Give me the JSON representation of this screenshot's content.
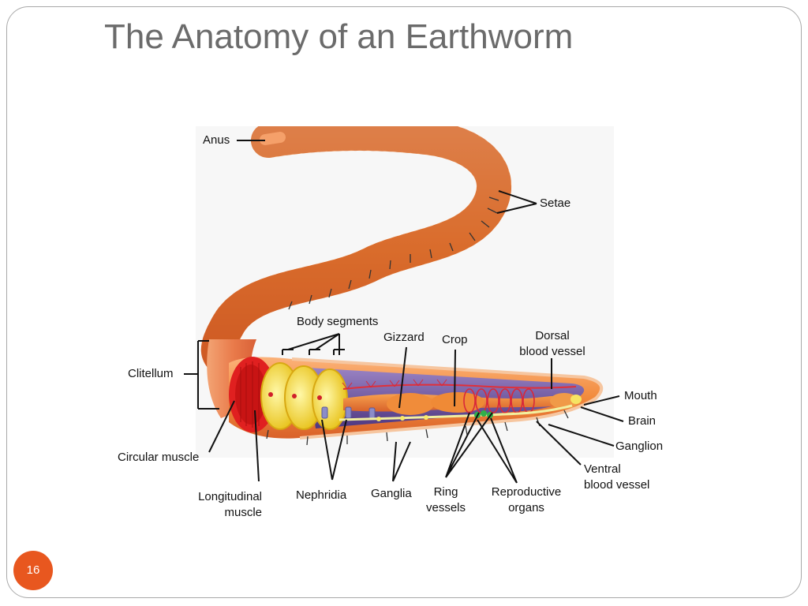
{
  "slide": {
    "title": "The Anatomy of an Earthworm",
    "page_number": "16",
    "labels": {
      "anus": "Anus",
      "setae": "Setae",
      "body_segments": "Body segments",
      "gizzard": "Gizzard",
      "crop": "Crop",
      "dorsal_line1": "Dorsal",
      "dorsal_line2": "blood vessel",
      "clitellum": "Clitellum",
      "mouth": "Mouth",
      "brain": "Brain",
      "ganglion": "Ganglion",
      "circular_muscle": "Circular muscle",
      "ventral_line1": "Ventral",
      "ventral_line2": "blood vessel",
      "longitudinal_line1": "Longitudinal",
      "longitudinal_line2": "muscle",
      "nephridia": "Nephridia",
      "ganglia": "Ganglia",
      "ring_vessels_line1": "Ring",
      "ring_vessels_line2": "vessels",
      "reproductive_line1": "Reproductive",
      "reproductive_line2": "organs"
    }
  },
  "colors": {
    "accent": "#e8571f",
    "title": "#6b6b6b",
    "worm_body": "#f28a3c",
    "worm_dark": "#d9612a",
    "circular_muscle": "#e02020",
    "longitudinal_muscle": "#f5e04a",
    "cavity": "#6a4f9a"
  }
}
